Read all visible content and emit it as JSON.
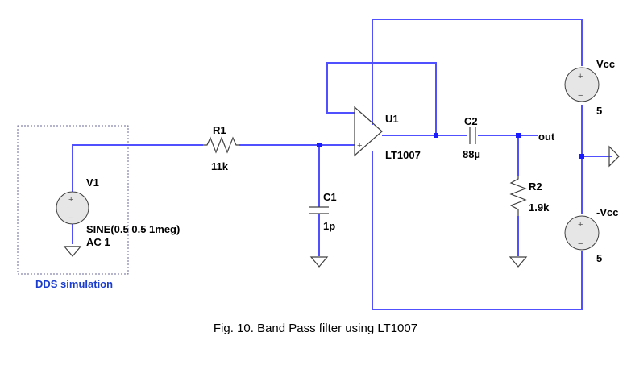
{
  "components": {
    "r1": {
      "name": "R1",
      "value": "11k"
    },
    "c1": {
      "name": "C1",
      "value": "1p"
    },
    "u1": {
      "name": "U1",
      "value": "LT1007"
    },
    "c2": {
      "name": "C2",
      "value": "88µ"
    },
    "r2": {
      "name": "R2",
      "value": "1.9k"
    },
    "v1": {
      "name": "V1",
      "value": "SINE(0.5 0.5 1meg)",
      "ac": "AC 1"
    },
    "vcc": {
      "name": "Vcc",
      "value": "5"
    },
    "vee": {
      "name": "-Vcc",
      "value": "5"
    }
  },
  "net_out": "out",
  "dds_label": "DDS simulation",
  "caption": "Fig. 10. Band Pass filter using LT1007",
  "opamp_pins": {
    "minus": "−",
    "plus": "+"
  },
  "source_signs": {
    "plus": "+",
    "minus": "−"
  }
}
